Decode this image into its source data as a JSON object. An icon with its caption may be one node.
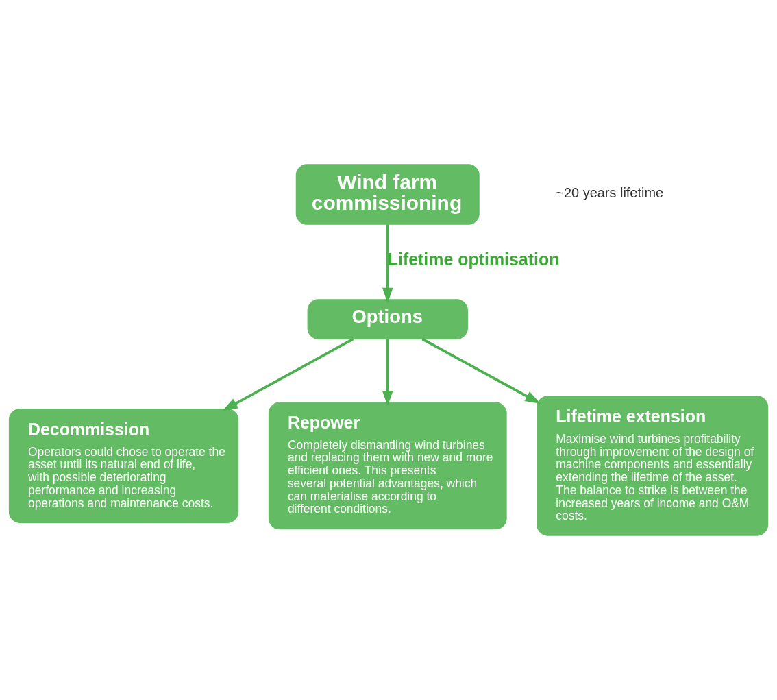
{
  "diagram": {
    "nodes": [
      {
        "text": [
          "Wind farm commissioning"
        ]
      },
      {
        "text": [
          "Options"
        ]
      },
      {
        "text": [
          "Decommission",
          "Operators could chose to operate the asset until its natural end of life, with possible deteriorating performance and increasing operations and maintenance costs."
        ]
      },
      {
        "text": [
          "Repower",
          "Completely dismantling wind turbines and replacing them with new and more efficient ones. This presents several potential advantages, which can materialise according to different conditions."
        ]
      },
      {
        "text": [
          "Lifetime extension",
          "Maximise wind turbines profitability through improvement of the design of machine components and essentially extending the lifetime of the asset. The balance to strike is between the increased years of income and O&M costs."
        ]
      }
    ],
    "edges": [
      {
        "from": 0,
        "to": 1,
        "arrow": "to",
        "label": "Lifetime optimisation"
      },
      {
        "from": 1,
        "to": 2,
        "arrow": "to"
      },
      {
        "from": 1,
        "to": 3,
        "arrow": "to"
      },
      {
        "from": 1,
        "to": 4,
        "arrow": "to"
      }
    ],
    "labels": [
      "~20 years lifetime"
    ]
  }
}
